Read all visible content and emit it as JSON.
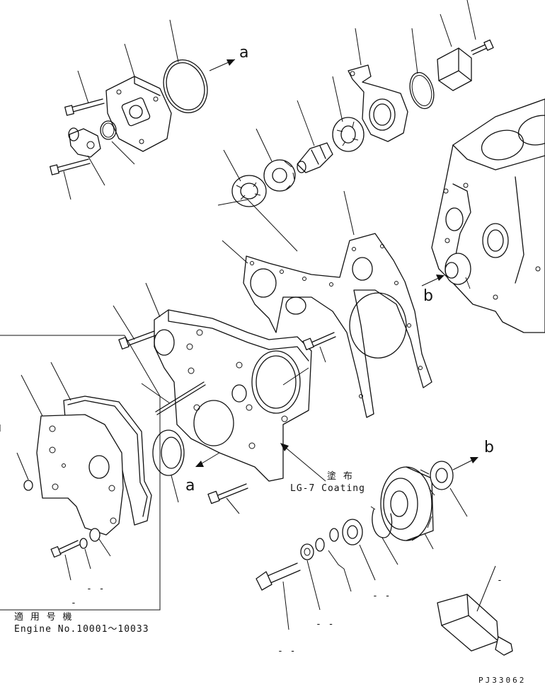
{
  "marks": {
    "a_top": "a",
    "a_bottom": "a",
    "b_left": "b",
    "b_right": "b"
  },
  "coating": {
    "jp": "塗 布",
    "en": "LG-7 Coating"
  },
  "applicability": {
    "jp": "適 用 号 機",
    "engine_range": "Engine No.10001～10033"
  },
  "blank_marks": {
    "m1": "- -",
    "m2": "-",
    "m3": "- -",
    "m4": "- -",
    "m5": "- -",
    "m6": "-"
  },
  "drawing_code": "PJ33062"
}
